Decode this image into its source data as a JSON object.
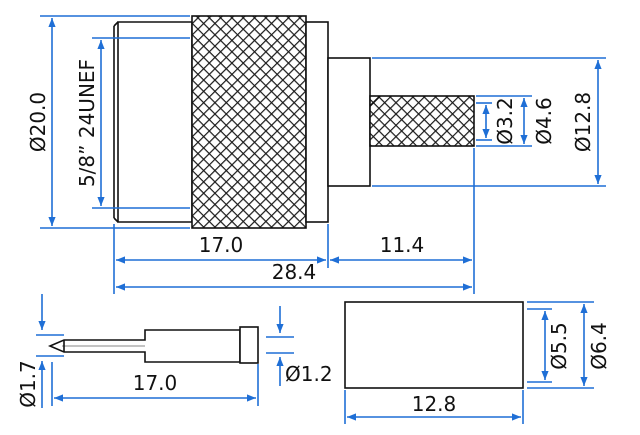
{
  "connector": {
    "dia_body": "Ø20.0",
    "thread": "5/8” 24UNEF",
    "dia_pin_a": "Ø3.2",
    "dia_pin_b": "Ø4.6",
    "dia_sleeve": "Ø12.8",
    "len_nut": "17.0",
    "len_crimp": "11.4",
    "len_total": "28.4"
  },
  "pin": {
    "dia_tip": "Ø1.7",
    "dia_shank": "Ø1.2",
    "length": "17.0"
  },
  "ferrule": {
    "dia_inner": "Ø5.5",
    "dia_outer": "Ø6.4",
    "length": "12.8"
  },
  "colors": {
    "dimension": "#1f6fd6",
    "outline": "#111111",
    "body_fill": "#ffffff",
    "knurl": "#1a1a1a"
  }
}
